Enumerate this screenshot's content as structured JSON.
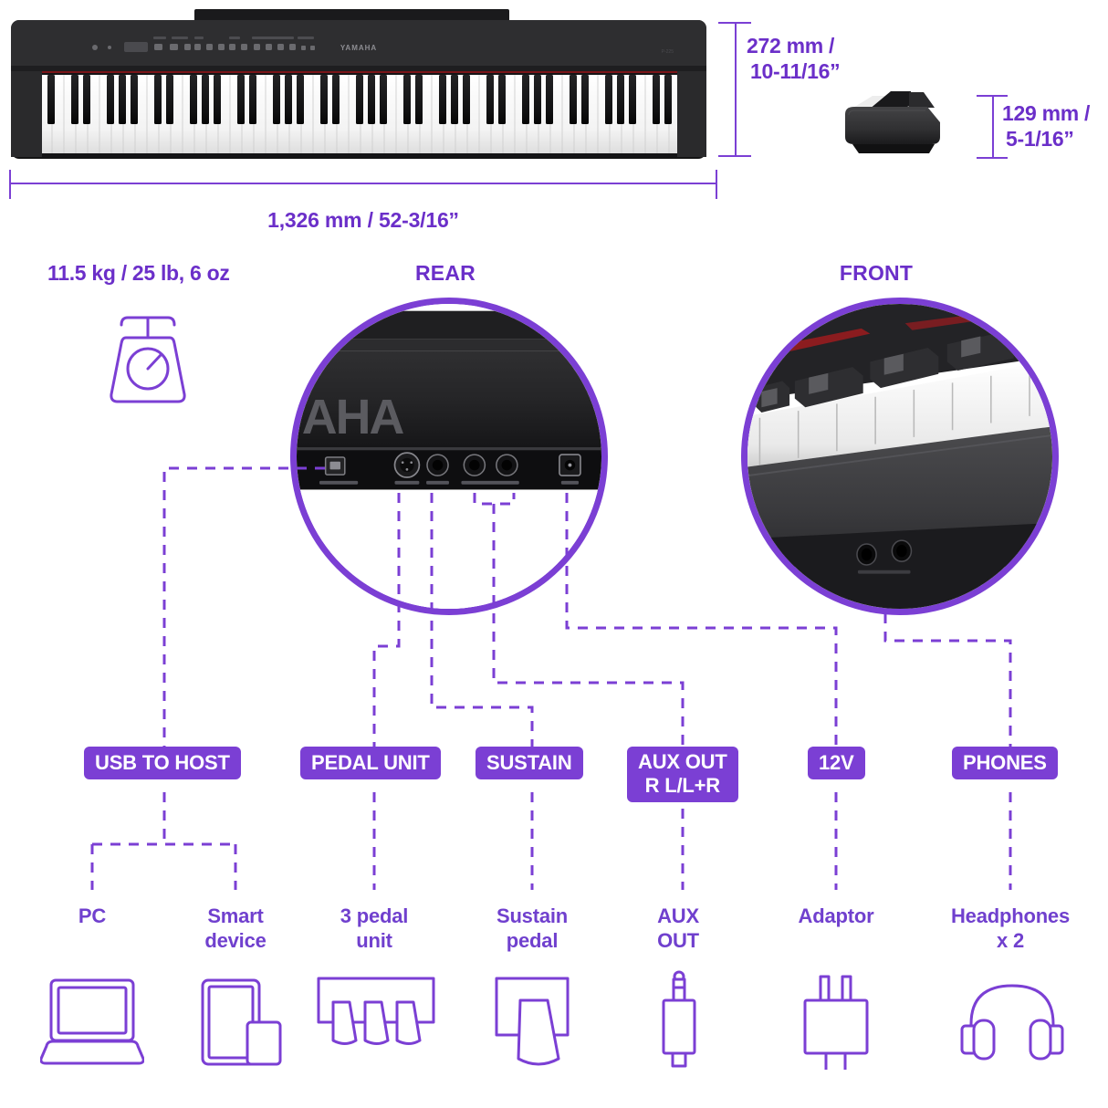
{
  "dimensions": {
    "height_label": "272 mm /\n10-11/16”",
    "height_line1": "272 mm /",
    "height_line2": "10-11/16”",
    "depth_line1": "129 mm /",
    "depth_line2": "5-1/16”",
    "width_label": "1,326 mm / 52-3/16”",
    "weight_label": "11.5 kg / 25 lb, 6 oz"
  },
  "views": {
    "rear_heading": "REAR",
    "front_heading": "FRONT"
  },
  "ports": [
    {
      "id": "usb-to-host",
      "label": "USB TO HOST"
    },
    {
      "id": "pedal-unit",
      "label": "PEDAL UNIT"
    },
    {
      "id": "sustain",
      "label": "SUSTAIN"
    },
    {
      "id": "aux-out",
      "label": "AUX OUT",
      "label2": "R   L/L+R"
    },
    {
      "id": "12v",
      "label": "12V"
    },
    {
      "id": "phones",
      "label": "PHONES"
    }
  ],
  "devices": [
    {
      "id": "pc",
      "line1": "PC",
      "line2": "",
      "icon": "laptop-icon"
    },
    {
      "id": "smart-device",
      "line1": "Smart",
      "line2": "device",
      "icon": "tablet-phone-icon"
    },
    {
      "id": "three-pedal-unit",
      "line1": "3 pedal",
      "line2": "unit",
      "icon": "three-pedal-icon"
    },
    {
      "id": "sustain-pedal",
      "line1": "Sustain",
      "line2": "pedal",
      "icon": "sustain-pedal-icon"
    },
    {
      "id": "aux-out-device",
      "line1": "AUX",
      "line2": "OUT",
      "icon": "audio-jack-icon"
    },
    {
      "id": "adaptor",
      "line1": "Adaptor",
      "line2": "",
      "icon": "power-adaptor-icon"
    },
    {
      "id": "headphones",
      "line1": "Headphones",
      "line2": "x 2",
      "icon": "headphones-icon"
    }
  ],
  "colors": {
    "accent": "#7B3FD4",
    "accent_text": "#6B2FC9",
    "badge_bg": "#7B3FD4",
    "badge_text": "#FFFFFF",
    "body_dark": "#2B2B2D"
  },
  "product": {
    "brand": "YAMAHA",
    "rear_logo_partial": "AHA"
  }
}
